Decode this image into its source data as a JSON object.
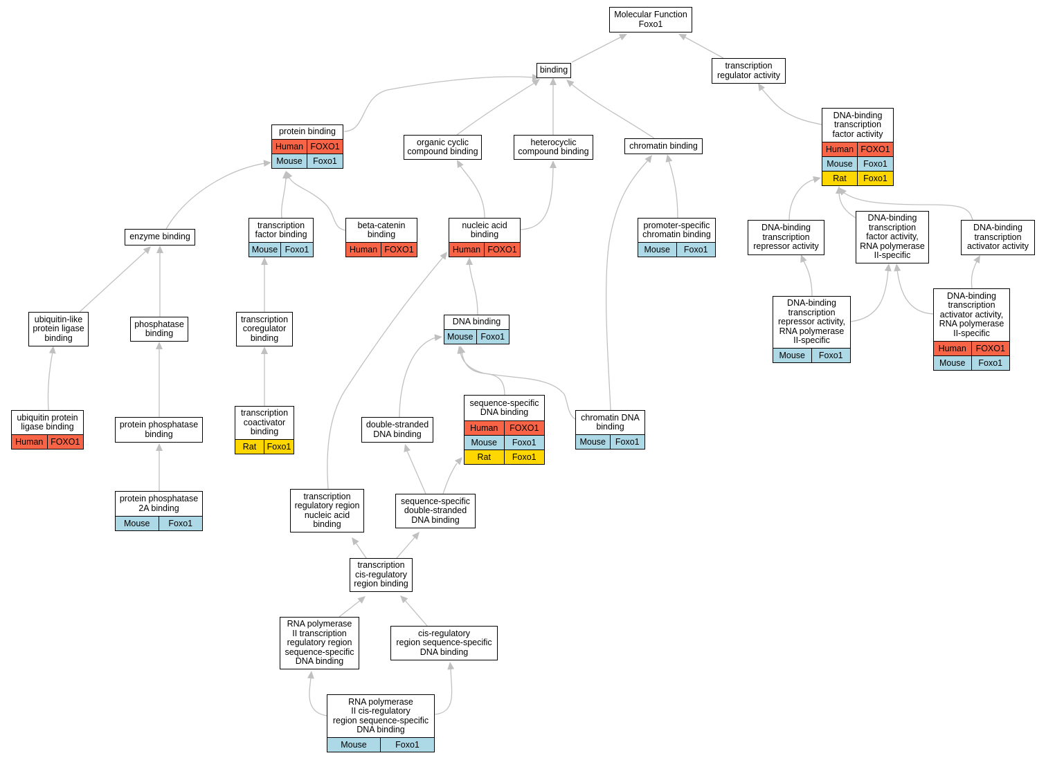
{
  "colors": {
    "human": "#fa6446",
    "mouse": "#add8e6",
    "rat": "#ffd700",
    "edge": "#c0c0c0"
  },
  "nodes": [
    {
      "id": "mf",
      "label": "Molecular Function\nFoxo1",
      "rows": []
    },
    {
      "id": "binding",
      "label": "binding",
      "rows": []
    },
    {
      "id": "tra",
      "label": "transcription\nregulator activity",
      "rows": []
    },
    {
      "id": "pb",
      "label": "protein binding",
      "rows": [
        {
          "species": "Human",
          "gene": "FOXO1"
        },
        {
          "species": "Mouse",
          "gene": "Foxo1"
        }
      ]
    },
    {
      "id": "occb",
      "label": "organic cyclic\ncompound binding",
      "rows": []
    },
    {
      "id": "hcb",
      "label": "heterocyclic\ncompound binding",
      "rows": []
    },
    {
      "id": "cb",
      "label": "chromatin binding",
      "rows": []
    },
    {
      "id": "dbtfa",
      "label": "DNA-binding\ntranscription\nfactor activity",
      "rows": [
        {
          "species": "Human",
          "gene": "FOXO1"
        },
        {
          "species": "Mouse",
          "gene": "Foxo1"
        },
        {
          "species": "Rat",
          "gene": "Foxo1"
        }
      ]
    },
    {
      "id": "eb",
      "label": "enzyme binding",
      "rows": []
    },
    {
      "id": "tfb",
      "label": "transcription\nfactor binding",
      "rows": [
        {
          "species": "Mouse",
          "gene": "Foxo1"
        }
      ]
    },
    {
      "id": "bcb",
      "label": "beta-catenin\nbinding",
      "rows": [
        {
          "species": "Human",
          "gene": "FOXO1"
        }
      ]
    },
    {
      "id": "nab",
      "label": "nucleic acid\nbinding",
      "rows": [
        {
          "species": "Human",
          "gene": "FOXO1"
        }
      ]
    },
    {
      "id": "pscb",
      "label": "promoter-specific\nchromatin binding",
      "rows": [
        {
          "species": "Mouse",
          "gene": "Foxo1"
        }
      ]
    },
    {
      "id": "dbtra",
      "label": "DNA-binding\ntranscription\nrepressor activity",
      "rows": []
    },
    {
      "id": "dbtfa2",
      "label": "DNA-binding\ntranscription\nfactor activity,\nRNA polymerase\nII-specific",
      "rows": []
    },
    {
      "id": "dbtaa",
      "label": "DNA-binding\ntranscription\nactivator activity",
      "rows": []
    },
    {
      "id": "ulplb",
      "label": "ubiquitin-like\nprotein ligase\nbinding",
      "rows": []
    },
    {
      "id": "phb",
      "label": "phosphatase\nbinding",
      "rows": []
    },
    {
      "id": "tcb",
      "label": "transcription\ncoregulator\nbinding",
      "rows": []
    },
    {
      "id": "dnab",
      "label": "DNA binding",
      "rows": [
        {
          "species": "Mouse",
          "gene": "Foxo1"
        }
      ]
    },
    {
      "id": "dbtra2",
      "label": "DNA-binding\ntranscription\nrepressor activity,\nRNA polymerase\nII-specific",
      "rows": [
        {
          "species": "Mouse",
          "gene": "Foxo1"
        }
      ]
    },
    {
      "id": "dbtaa2",
      "label": "DNA-binding\ntranscription\nactivator activity,\nRNA polymerase\nII-specific",
      "rows": [
        {
          "species": "Human",
          "gene": "FOXO1"
        },
        {
          "species": "Mouse",
          "gene": "Foxo1"
        }
      ]
    },
    {
      "id": "uplb",
      "label": "ubiquitin protein\nligase binding",
      "rows": [
        {
          "species": "Human",
          "gene": "FOXO1"
        }
      ]
    },
    {
      "id": "ppb",
      "label": "protein phosphatase\nbinding",
      "rows": []
    },
    {
      "id": "tcab",
      "label": "transcription\ncoactivator\nbinding",
      "rows": [
        {
          "species": "Rat",
          "gene": "Foxo1"
        }
      ]
    },
    {
      "id": "dsdb",
      "label": "double-stranded\nDNA binding",
      "rows": []
    },
    {
      "id": "ssdb",
      "label": "sequence-specific\nDNA binding",
      "rows": [
        {
          "species": "Human",
          "gene": "FOXO1"
        },
        {
          "species": "Mouse",
          "gene": "Foxo1"
        },
        {
          "species": "Rat",
          "gene": "Foxo1"
        }
      ]
    },
    {
      "id": "cdb",
      "label": "chromatin DNA\nbinding",
      "rows": [
        {
          "species": "Mouse",
          "gene": "Foxo1"
        }
      ]
    },
    {
      "id": "pp2ab",
      "label": "protein phosphatase\n2A binding",
      "rows": [
        {
          "species": "Mouse",
          "gene": "Foxo1"
        }
      ]
    },
    {
      "id": "trrnab",
      "label": "transcription\nregulatory region\nnucleic acid\nbinding",
      "rows": []
    },
    {
      "id": "ssdsdb",
      "label": "sequence-specific\ndouble-stranded\nDNA binding",
      "rows": []
    },
    {
      "id": "tcrrb",
      "label": "transcription\ncis-regulatory\nregion binding",
      "rows": []
    },
    {
      "id": "rp2trr",
      "label": "RNA polymerase\nII transcription\nregulatory region\nsequence-specific\nDNA binding",
      "rows": []
    },
    {
      "id": "crrss",
      "label": "cis-regulatory\nregion sequence-specific\nDNA binding",
      "rows": []
    },
    {
      "id": "rp2cr",
      "label": "RNA polymerase\nII cis-regulatory\nregion sequence-specific\nDNA binding",
      "rows": [
        {
          "species": "Mouse",
          "gene": "Foxo1"
        }
      ]
    }
  ]
}
